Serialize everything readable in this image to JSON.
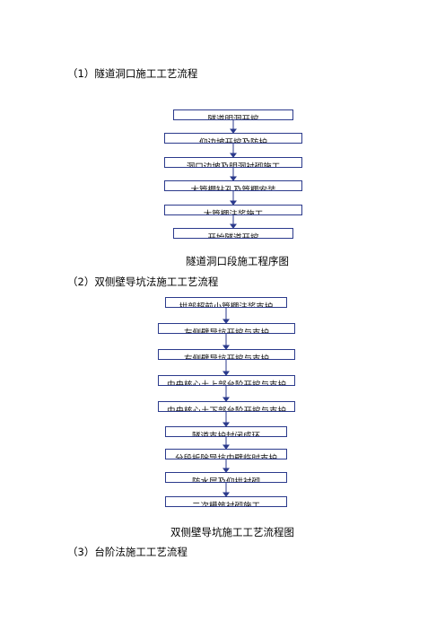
{
  "sections": [
    {
      "heading": "（1）隧道洞口施工工艺流程"
    },
    {
      "heading": "（2）双侧壁导坑法施工工艺流程"
    },
    {
      "heading": "（3）台阶法施工工艺流程"
    }
  ],
  "flow1": {
    "caption": "隧道洞口段施工程序图",
    "steps": [
      "隧道明洞开挖",
      "仰边坡开挖及防护",
      "洞口边坡及明洞衬砌施工",
      "大管棚钻孔及管棚安装",
      "大管棚注浆施工",
      "开始隧道开挖"
    ]
  },
  "flow2": {
    "caption": "双侧壁导坑施工工艺流程图",
    "steps": [
      "拱部超前小管棚注浆支护",
      "左侧壁导坑开挖与支护",
      "右侧壁导坑开挖与支护",
      "中央核心土上部台阶开挖与支护",
      "中央核心土下部台阶开挖与支护",
      "隧道支护封闭成环",
      "分段拆除导坑中壁临时支护",
      "防水层及仰拱衬砌",
      "二次模筑衬砌施工"
    ]
  }
}
